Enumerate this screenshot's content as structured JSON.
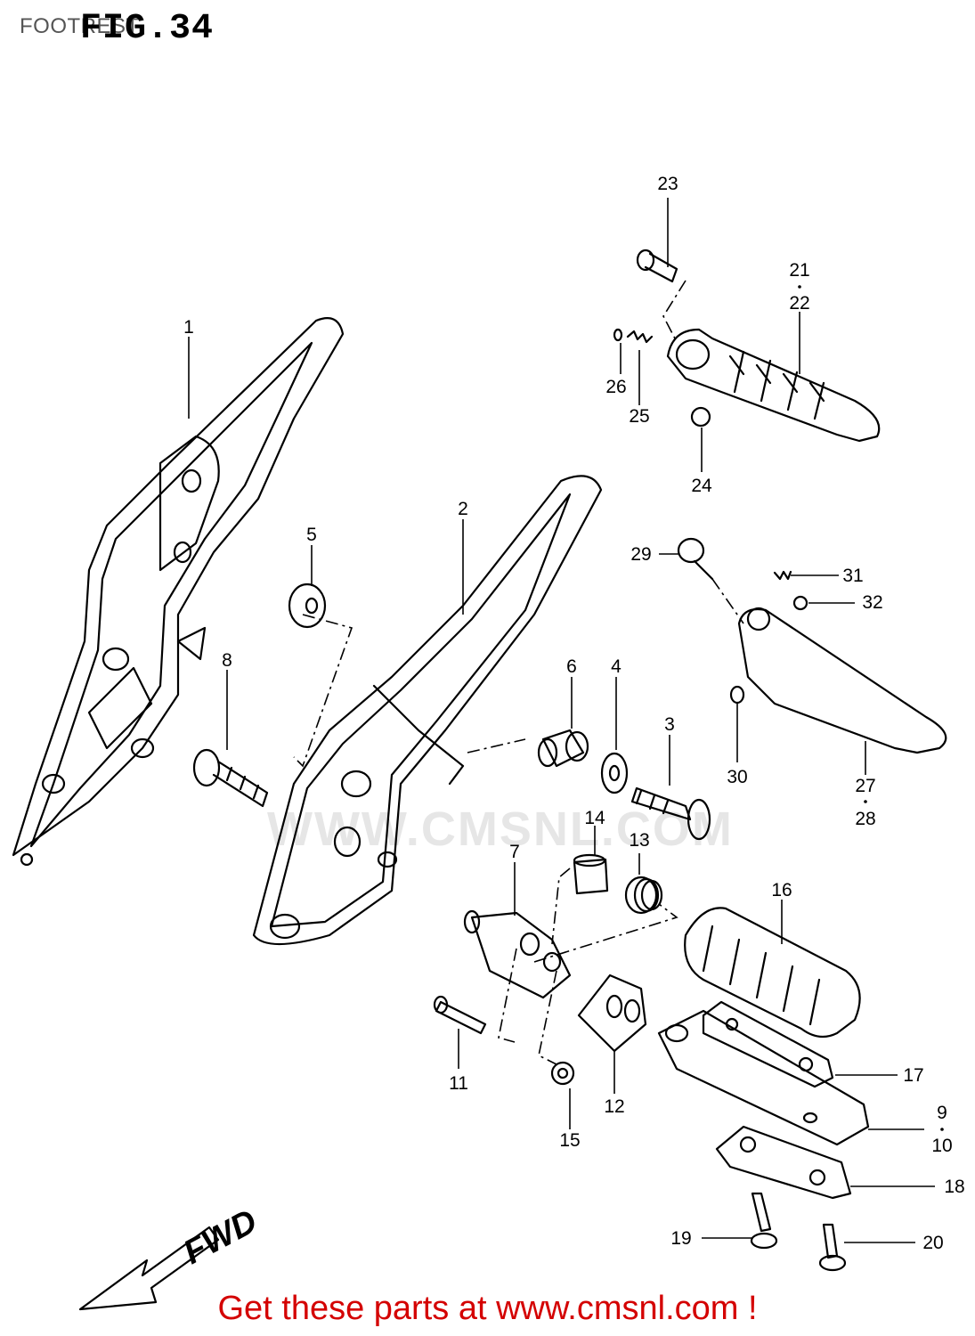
{
  "header": {
    "small_title": "FOOTREST",
    "fig_label": "FIG.34"
  },
  "watermark": {
    "text": "WWW.CMSNL.COM"
  },
  "parts": [
    {
      "no": "1"
    },
    {
      "no": "2"
    },
    {
      "no": "3"
    },
    {
      "no": "4"
    },
    {
      "no": "5"
    },
    {
      "no": "6"
    },
    {
      "no": "7"
    },
    {
      "no": "8"
    },
    {
      "no": "9"
    },
    {
      "no": "10"
    },
    {
      "no": "11"
    },
    {
      "no": "12"
    },
    {
      "no": "13"
    },
    {
      "no": "14"
    },
    {
      "no": "15"
    },
    {
      "no": "16"
    },
    {
      "no": "17"
    },
    {
      "no": "18"
    },
    {
      "no": "19"
    },
    {
      "no": "20"
    },
    {
      "no": "21"
    },
    {
      "no": "22"
    },
    {
      "no": "23"
    },
    {
      "no": "24"
    },
    {
      "no": "25"
    },
    {
      "no": "26"
    },
    {
      "no": "27"
    },
    {
      "no": "28"
    },
    {
      "no": "29"
    },
    {
      "no": "30"
    },
    {
      "no": "31"
    },
    {
      "no": "32"
    }
  ],
  "direction_label": "FWD",
  "footer": {
    "text": "Get these parts at www.cmsnl.com !"
  },
  "colors": {
    "line": "#000000",
    "footer": "#d40000",
    "watermark": "#e6e6e6"
  }
}
